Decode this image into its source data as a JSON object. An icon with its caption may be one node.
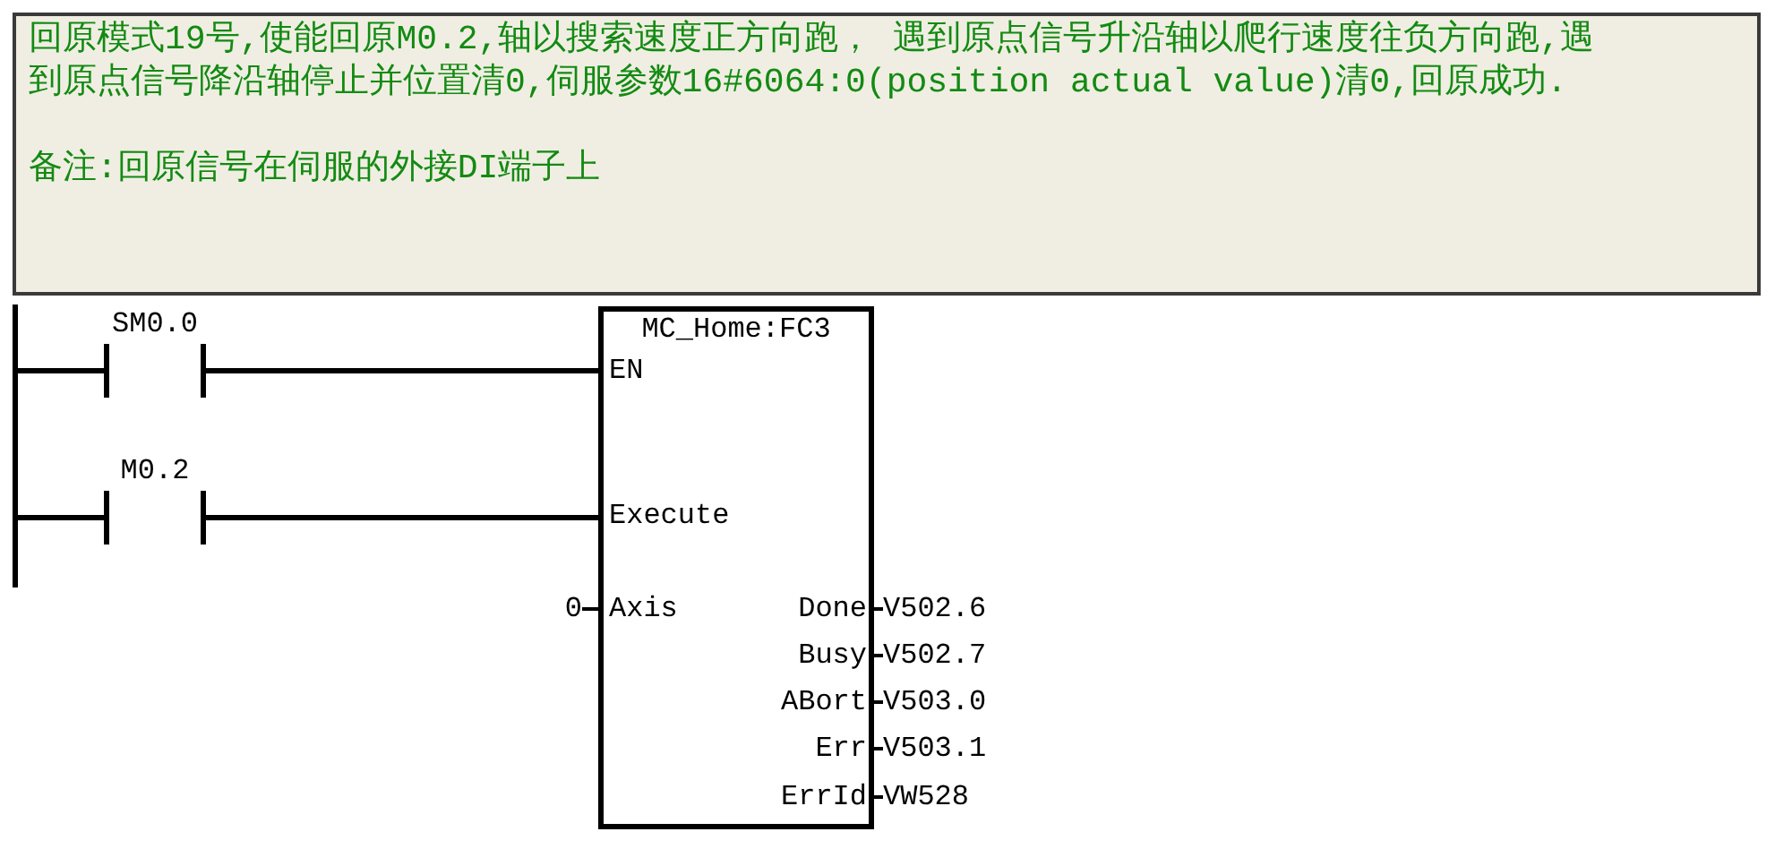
{
  "diagram": {
    "nodes": [
      {
        "text": [
          "回原模式19号,使能回原M0.2,轴以搜索速度正方向跑， 遇到原点信号升沿轴以爬行速度往负方向跑,遇到原点信号降沿轴停止并位置清0,伺服参数16#6064:0(position actual value)清0,回原成功.",
          "备注:回原信号在伺服的外接DI端子上"
        ]
      },
      {
        "text": [],
        "shape": "bar"
      },
      {
        "text": [
          "SM0.0"
        ]
      },
      {
        "text": [
          "M0.2"
        ]
      },
      {
        "text": [
          "MC_Home:FC3",
          "EN",
          "Execute",
          "Axis",
          "Done",
          "Busy",
          "ABort",
          "Err",
          "ErrId"
        ]
      },
      {
        "text": [
          "0"
        ]
      },
      {
        "text": [
          "V502.6"
        ]
      },
      {
        "text": [
          "V502.7"
        ]
      },
      {
        "text": [
          "V503.0"
        ]
      },
      {
        "text": [
          "V503.1"
        ]
      },
      {
        "text": [
          "VW528"
        ]
      }
    ],
    "edges": [
      {
        "from": 1,
        "to": 2,
        "arrow": "none"
      },
      {
        "from": 2,
        "to": 4,
        "arrow": "none"
      },
      {
        "from": 1,
        "to": 3,
        "arrow": "none"
      },
      {
        "from": 3,
        "to": 4,
        "arrow": "none"
      },
      {
        "from": 5,
        "to": 4,
        "arrow": "none"
      },
      {
        "from": 4,
        "to": 6,
        "arrow": "none"
      },
      {
        "from": 4,
        "to": 7,
        "arrow": "none"
      },
      {
        "from": 4,
        "to": 8,
        "arrow": "none"
      },
      {
        "from": 4,
        "to": 9,
        "arrow": "none"
      },
      {
        "from": 4,
        "to": 10,
        "arrow": "none"
      }
    ]
  }
}
